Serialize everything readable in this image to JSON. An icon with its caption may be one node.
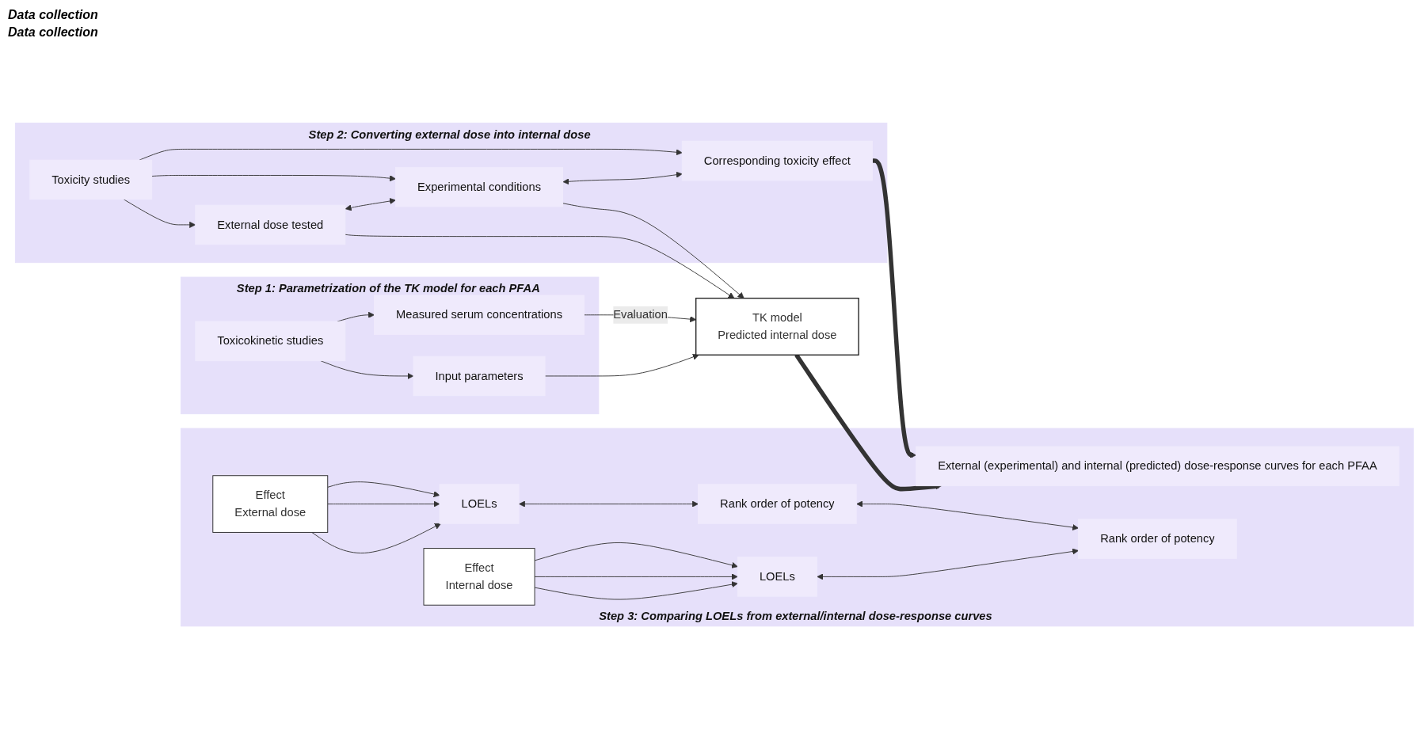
{
  "diagram": {
    "nodes": [
      {
        "text": [
          "Step 1: Parametrization of the TK model for each PFAA"
        ]
      },
      {
        "text": [
          "Toxicokinetic studies"
        ],
        "in": 0
      },
      {
        "text": [
          "Input parameters"
        ],
        "in": 0
      },
      {
        "text": [
          "Measured serum concentrations"
        ],
        "in": 0
      },
      {
        "text": [
          "TK model",
          "Predicted internal dose"
        ]
      },
      {
        "text": [
          "Step 2: Converting external dose into internal dose"
        ]
      },
      {
        "text": [
          "External dose tested"
        ],
        "in": 5
      },
      {
        "text": [
          "Experimental conditions"
        ],
        "in": 5
      },
      {
        "text": [
          "Corresponding toxicity effect"
        ],
        "in": 5
      },
      {
        "text": [
          "Toxicity studies"
        ],
        "in": 5
      },
      {
        "text": [
          "Step 3: Comparing LOELs from external/internal dose-response curves"
        ]
      },
      {
        "text": [
          "External (experimental) and internal (predicted) dose-response curves for each PFAA"
        ],
        "in": 10
      },
      {
        "text": [
          "Effect",
          "External dose"
        ],
        "in": 10
      },
      {
        "text": [
          "Effect",
          "Internal dose"
        ],
        "in": 10
      },
      {
        "text": [
          "LOELs"
        ],
        "in": 10
      },
      {
        "text": [
          "LOELs"
        ],
        "in": 10
      },
      {
        "text": [
          "Rank order of potency"
        ],
        "in": 10
      },
      {
        "text": [
          "Rank order of potency"
        ],
        "in": 10
      }
    ],
    "edges": [
      {
        "from": 1,
        "to": 2,
        "arrow": "to"
      },
      {
        "from": 1,
        "to": 3,
        "arrow": "to"
      },
      {
        "from": 2,
        "to": 4,
        "arrow": "to"
      },
      {
        "from": 3,
        "to": 4,
        "arrow": "to",
        "label": "Evaluation"
      },
      {
        "from": 6,
        "to": 4,
        "arrow": "to"
      },
      {
        "from": 7,
        "to": 4,
        "arrow": "to"
      },
      {
        "from": 6,
        "to": 7,
        "arrow": "both"
      },
      {
        "from": 7,
        "to": 8,
        "arrow": "both"
      },
      {
        "from": 9,
        "to": 6,
        "arrow": "to"
      },
      {
        "from": 9,
        "to": 7,
        "arrow": "to"
      },
      {
        "from": 9,
        "to": 8,
        "arrow": "to"
      },
      {
        "from": 4,
        "to": 11,
        "arrow": "to",
        "style": "thick"
      },
      {
        "from": 8,
        "to": 11,
        "arrow": "to",
        "style": "thick"
      },
      {
        "from": 12,
        "to": 14,
        "arrow": "to"
      },
      {
        "from": 12,
        "to": 14,
        "arrow": "to"
      },
      {
        "from": 12,
        "to": 14,
        "arrow": "to"
      },
      {
        "from": 13,
        "to": 15,
        "arrow": "to"
      },
      {
        "from": 13,
        "to": 15,
        "arrow": "to"
      },
      {
        "from": 13,
        "to": 15,
        "arrow": "to"
      },
      {
        "from": 14,
        "to": 16,
        "arrow": "both"
      },
      {
        "from": 15,
        "to": 17,
        "arrow": "both"
      },
      {
        "from": 16,
        "to": 17,
        "arrow": "both"
      }
    ],
    "labels": [
      "Data collection",
      "Data collection"
    ]
  }
}
